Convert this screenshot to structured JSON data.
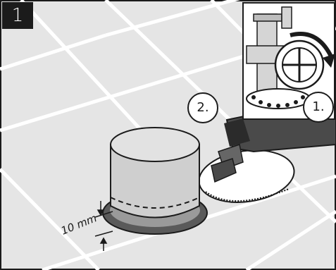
{
  "step_number": "1",
  "callouts": {
    "step_1": "1.",
    "step_2": "2."
  },
  "dimension": {
    "label": "10 mm"
  },
  "colors": {
    "floor": "#e5e5e5",
    "grout": "#ffffff",
    "ink": "#1b1b1b",
    "pipe": "#cfcfcf",
    "pipe_shade": "#b3b3b3",
    "tool": "#4a4a4a"
  },
  "icons": [
    "rotate-arrow-icon"
  ]
}
